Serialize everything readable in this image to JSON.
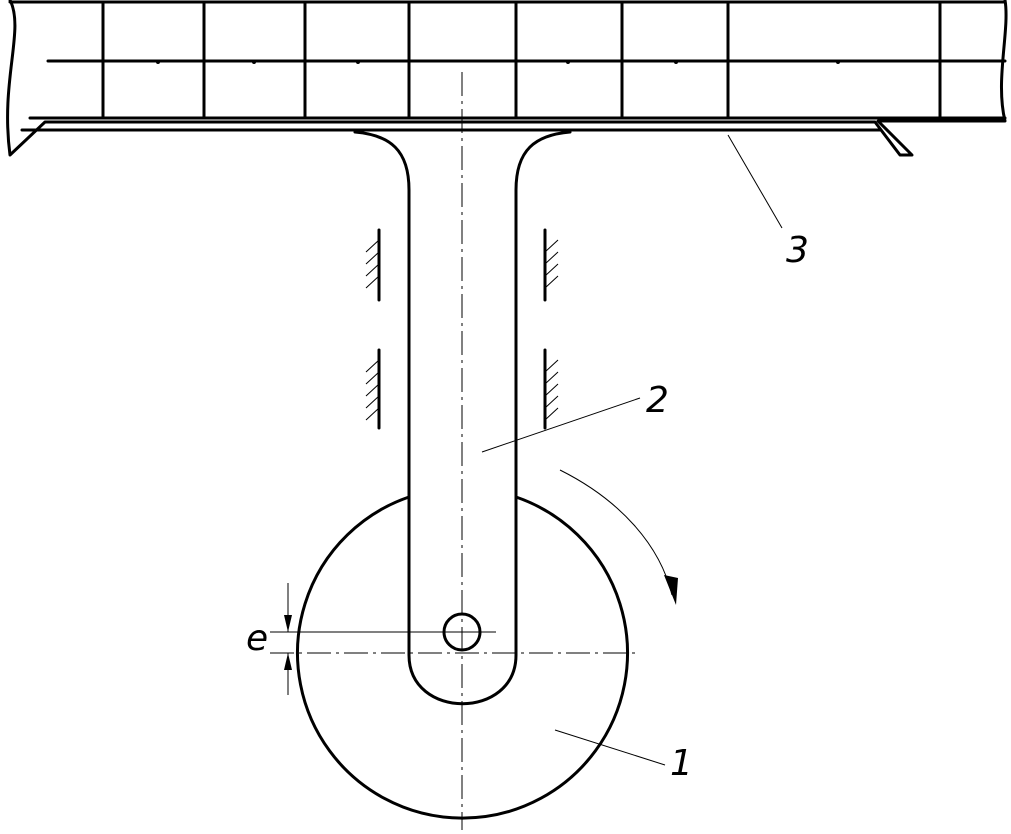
{
  "labels": {
    "part_1": "1",
    "part_2": "2",
    "part_3": "3",
    "eccentricity": "e"
  },
  "colors": {
    "line": "#000000",
    "background": "#ffffff"
  }
}
